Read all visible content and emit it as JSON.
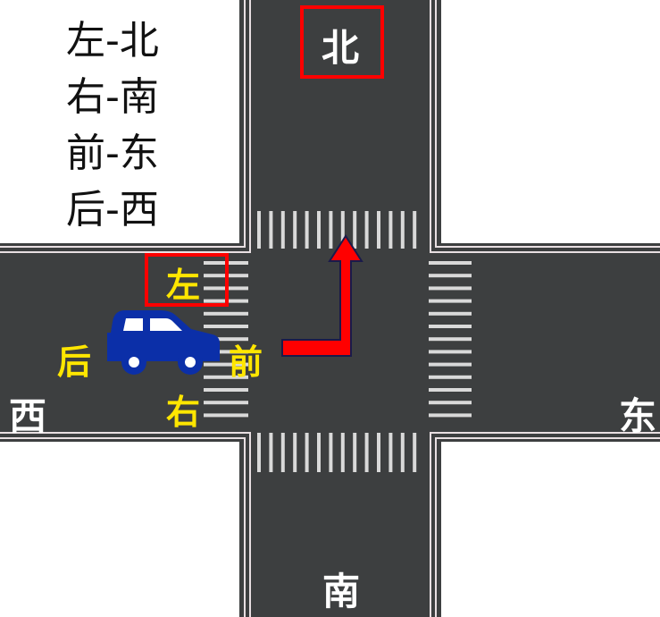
{
  "legend": [
    {
      "text": "左-北"
    },
    {
      "text": "右-南"
    },
    {
      "text": "前-东"
    },
    {
      "text": "后-西"
    }
  ],
  "compass": {
    "north": "北",
    "south": "南",
    "east": "东",
    "west": "西"
  },
  "car_labels": {
    "left": "左",
    "right": "右",
    "front": "前",
    "back": "后"
  },
  "colors": {
    "road": "#3d3f40",
    "highlight_box": "#ff0000",
    "arrow": "#ff0000",
    "car": "#0b2fa8",
    "label_yellow": "#ffe600"
  }
}
